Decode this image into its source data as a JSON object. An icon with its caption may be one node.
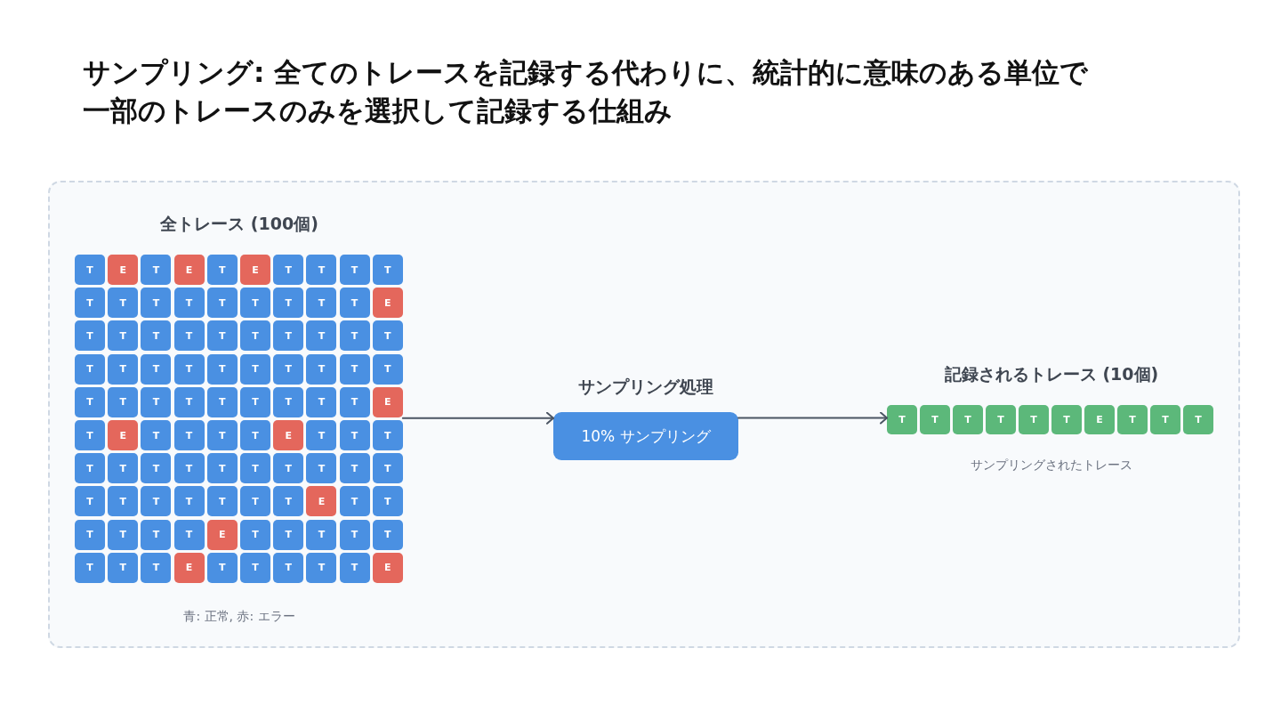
{
  "diagram": {
    "title": "サンプリング: 全てのトレースを記録する代わりに、統計的に意味のある単位で一部のトレースのみを選択して記録する仕組み",
    "nodes": [
      {
        "text": [],
        "shape": "box"
      },
      {
        "text": [
          "全トレース (100個)",
          "青: 正常, 赤: エラー"
        ],
        "in": 0
      },
      {
        "text": [
          "T"
        ],
        "in": 1
      },
      {
        "text": [
          "E"
        ],
        "in": 1
      },
      {
        "text": [
          "T"
        ],
        "in": 1
      },
      {
        "text": [
          "E"
        ],
        "in": 1
      },
      {
        "text": [
          "T"
        ],
        "in": 1
      },
      {
        "text": [
          "E"
        ],
        "in": 1
      },
      {
        "text": [
          "T"
        ],
        "in": 1
      },
      {
        "text": [
          "T"
        ],
        "in": 1
      },
      {
        "text": [
          "T"
        ],
        "in": 1
      },
      {
        "text": [
          "T"
        ],
        "in": 1
      },
      {
        "text": [
          "T"
        ],
        "in": 1
      },
      {
        "text": [
          "T"
        ],
        "in": 1
      },
      {
        "text": [
          "T"
        ],
        "in": 1
      },
      {
        "text": [
          "T"
        ],
        "in": 1
      },
      {
        "text": [
          "T"
        ],
        "in": 1
      },
      {
        "text": [
          "T"
        ],
        "in": 1
      },
      {
        "text": [
          "T"
        ],
        "in": 1
      },
      {
        "text": [
          "T"
        ],
        "in": 1
      },
      {
        "text": [
          "T"
        ],
        "in": 1
      },
      {
        "text": [
          "E"
        ],
        "in": 1
      },
      {
        "text": [
          "T"
        ],
        "in": 1
      },
      {
        "text": [
          "T"
        ],
        "in": 1
      },
      {
        "text": [
          "T"
        ],
        "in": 1
      },
      {
        "text": [
          "T"
        ],
        "in": 1
      },
      {
        "text": [
          "T"
        ],
        "in": 1
      },
      {
        "text": [
          "T"
        ],
        "in": 1
      },
      {
        "text": [
          "T"
        ],
        "in": 1
      },
      {
        "text": [
          "T"
        ],
        "in": 1
      },
      {
        "text": [
          "T"
        ],
        "in": 1
      },
      {
        "text": [
          "T"
        ],
        "in": 1
      },
      {
        "text": [
          "T"
        ],
        "in": 1
      },
      {
        "text": [
          "T"
        ],
        "in": 1
      },
      {
        "text": [
          "T"
        ],
        "in": 1
      },
      {
        "text": [
          "T"
        ],
        "in": 1
      },
      {
        "text": [
          "T"
        ],
        "in": 1
      },
      {
        "text": [
          "T"
        ],
        "in": 1
      },
      {
        "text": [
          "T"
        ],
        "in": 1
      },
      {
        "text": [
          "T"
        ],
        "in": 1
      },
      {
        "text": [
          "T"
        ],
        "in": 1
      },
      {
        "text": [
          "T"
        ],
        "in": 1
      },
      {
        "text": [
          "T"
        ],
        "in": 1
      },
      {
        "text": [
          "T"
        ],
        "in": 1
      },
      {
        "text": [
          "T"
        ],
        "in": 1
      },
      {
        "text": [
          "T"
        ],
        "in": 1
      },
      {
        "text": [
          "T"
        ],
        "in": 1
      },
      {
        "text": [
          "T"
        ],
        "in": 1
      },
      {
        "text": [
          "T"
        ],
        "in": 1
      },
      {
        "text": [
          "T"
        ],
        "in": 1
      },
      {
        "text": [
          "T"
        ],
        "in": 1
      },
      {
        "text": [
          "E"
        ],
        "in": 1
      },
      {
        "text": [
          "T"
        ],
        "in": 1
      },
      {
        "text": [
          "E"
        ],
        "in": 1
      },
      {
        "text": [
          "T"
        ],
        "in": 1
      },
      {
        "text": [
          "T"
        ],
        "in": 1
      },
      {
        "text": [
          "T"
        ],
        "in": 1
      },
      {
        "text": [
          "T"
        ],
        "in": 1
      },
      {
        "text": [
          "E"
        ],
        "in": 1
      },
      {
        "text": [
          "T"
        ],
        "in": 1
      },
      {
        "text": [
          "T"
        ],
        "in": 1
      },
      {
        "text": [
          "T"
        ],
        "in": 1
      },
      {
        "text": [
          "T"
        ],
        "in": 1
      },
      {
        "text": [
          "T"
        ],
        "in": 1
      },
      {
        "text": [
          "T"
        ],
        "in": 1
      },
      {
        "text": [
          "T"
        ],
        "in": 1
      },
      {
        "text": [
          "T"
        ],
        "in": 1
      },
      {
        "text": [
          "T"
        ],
        "in": 1
      },
      {
        "text": [
          "T"
        ],
        "in": 1
      },
      {
        "text": [
          "T"
        ],
        "in": 1
      },
      {
        "text": [
          "T"
        ],
        "in": 1
      },
      {
        "text": [
          "T"
        ],
        "in": 1
      },
      {
        "text": [
          "T"
        ],
        "in": 1
      },
      {
        "text": [
          "T"
        ],
        "in": 1
      },
      {
        "text": [
          "T"
        ],
        "in": 1
      },
      {
        "text": [
          "T"
        ],
        "in": 1
      },
      {
        "text": [
          "T"
        ],
        "in": 1
      },
      {
        "text": [
          "T"
        ],
        "in": 1
      },
      {
        "text": [
          "T"
        ],
        "in": 1
      },
      {
        "text": [
          "E"
        ],
        "in": 1
      },
      {
        "text": [
          "T"
        ],
        "in": 1
      },
      {
        "text": [
          "T"
        ],
        "in": 1
      },
      {
        "text": [
          "T"
        ],
        "in": 1
      },
      {
        "text": [
          "T"
        ],
        "in": 1
      },
      {
        "text": [
          "T"
        ],
        "in": 1
      },
      {
        "text": [
          "T"
        ],
        "in": 1
      },
      {
        "text": [
          "E"
        ],
        "in": 1
      },
      {
        "text": [
          "T"
        ],
        "in": 1
      },
      {
        "text": [
          "T"
        ],
        "in": 1
      },
      {
        "text": [
          "T"
        ],
        "in": 1
      },
      {
        "text": [
          "T"
        ],
        "in": 1
      },
      {
        "text": [
          "T"
        ],
        "in": 1
      },
      {
        "text": [
          "T"
        ],
        "in": 1
      },
      {
        "text": [
          "T"
        ],
        "in": 1
      },
      {
        "text": [
          "T"
        ],
        "in": 1
      },
      {
        "text": [
          "E"
        ],
        "in": 1
      },
      {
        "text": [
          "T"
        ],
        "in": 1
      },
      {
        "text": [
          "T"
        ],
        "in": 1
      },
      {
        "text": [
          "T"
        ],
        "in": 1
      },
      {
        "text": [
          "T"
        ],
        "in": 1
      },
      {
        "text": [
          "T"
        ],
        "in": 1
      },
      {
        "text": [
          "E"
        ],
        "in": 1
      },
      {
        "text": [
          "サンプリング処理",
          "10% サンプリング"
        ],
        "in": 0
      },
      {
        "text": [
          "記録されるトレース (10個)",
          "サンプリングされたトレース"
        ],
        "in": 0
      },
      {
        "text": [
          "T"
        ],
        "in": 103
      },
      {
        "text": [
          "T"
        ],
        "in": 103
      },
      {
        "text": [
          "T"
        ],
        "in": 103
      },
      {
        "text": [
          "T"
        ],
        "in": 103
      },
      {
        "text": [
          "T"
        ],
        "in": 103
      },
      {
        "text": [
          "T"
        ],
        "in": 103
      },
      {
        "text": [
          "E"
        ],
        "in": 103
      },
      {
        "text": [
          "T"
        ],
        "in": 103
      },
      {
        "text": [
          "T"
        ],
        "in": 103
      },
      {
        "text": [
          "T"
        ],
        "in": 103
      }
    ],
    "edges": [
      {
        "from": 1,
        "to": 102,
        "arrow": "to"
      },
      {
        "from": 102,
        "to": 103,
        "arrow": "to"
      }
    ]
  }
}
